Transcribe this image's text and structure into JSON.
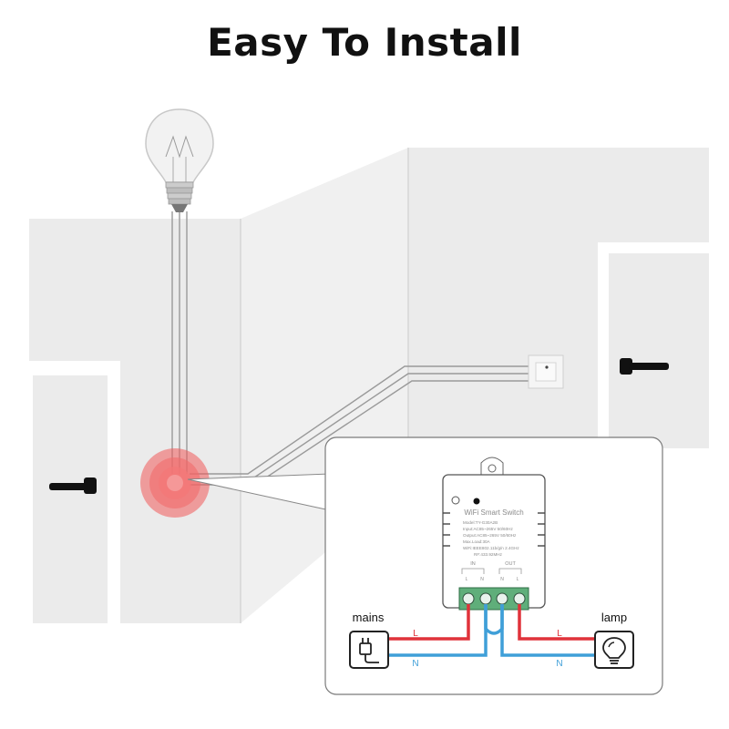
{
  "title": "Easy To Install",
  "colors": {
    "live_wire": "#e0323a",
    "neutral_wire": "#3f9fd8",
    "wall": "#ececec",
    "pulse": "#f05a5a",
    "terminal_block": "#5fae7a"
  },
  "diagram": {
    "device": {
      "name": "WiFi Smart Switch",
      "spec_lines": [
        "Model:TY-G30A2B",
        "Input:AC85~265V 50/60Hz",
        "Output:AC85~265V 50/60Hz",
        "Max.Load:30A",
        "WiFi:IEEE802.11b/g/n 2.4GHz",
        "RF:433.92MHz"
      ],
      "in_label": "IN",
      "out_label": "OUT",
      "terminal_labels": [
        "L",
        "N",
        "N",
        "L"
      ]
    },
    "left_label": "mains",
    "right_label": "lamp",
    "left_wires": [
      "L",
      "N"
    ],
    "right_wires": [
      "L",
      "N"
    ]
  },
  "icons": [
    "light-bulb-icon",
    "wall-switch-icon",
    "door-handle-icon",
    "power-plug-icon",
    "lamp-bulb-icon"
  ]
}
